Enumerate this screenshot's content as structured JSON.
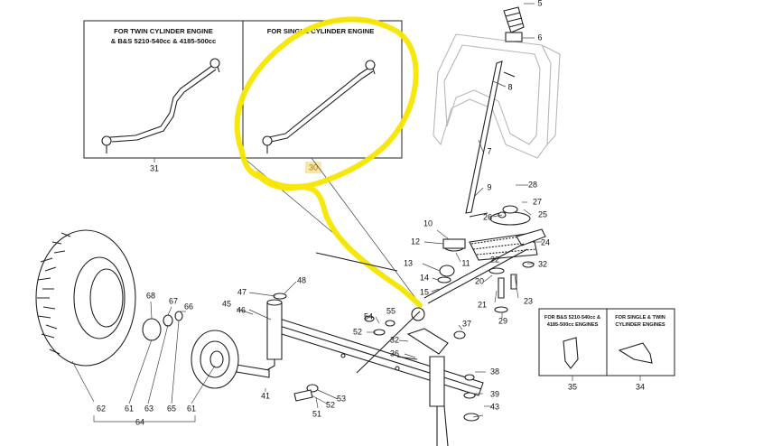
{
  "inset_main": {
    "twin_title_line1": "FOR TWIN CYLINDER ENGINE",
    "twin_title_line2": "& B&S 5210-540cc & 4185-500cc",
    "single_title": "FOR SINGLE CYLINDER ENGINE",
    "twin_part": "31",
    "single_part": "30"
  },
  "inset_right": {
    "left_line1": "FOR B&S 5210-540cc &",
    "left_line2": "4185-500cc ENGINES",
    "right_line1": "FOR SINGLE & TWIN",
    "right_line2": "CYLINDER ENGINES",
    "left_part": "35",
    "right_part": "34"
  },
  "highlight_color": "#f7e600",
  "callouts": {
    "c5": "5",
    "c6": "6",
    "c7": "7",
    "c8": "8",
    "c9": "9",
    "c10": "10",
    "c11": "11",
    "c12": "12",
    "c13": "13",
    "c14": "14",
    "c15": "15",
    "c20": "20",
    "c21": "21",
    "c22": "22",
    "c23": "23",
    "c24": "24",
    "c25": "25",
    "c26": "26",
    "c27": "27",
    "c28": "28",
    "c29": "29",
    "c32a": "32",
    "c32b": "32",
    "c36": "36",
    "c37": "37",
    "c38": "38",
    "c39": "39",
    "c41": "41",
    "c43": "43",
    "c45": "45",
    "c46": "46",
    "c47": "47",
    "c48": "48",
    "c51": "51",
    "c52a": "52",
    "c52b": "52",
    "c53": "53",
    "c54": "54",
    "c55": "55",
    "c61a": "61",
    "c61b": "61",
    "c62": "62",
    "c63": "63",
    "c64": "64",
    "c65": "65",
    "c66": "66",
    "c67": "67",
    "c68": "68"
  }
}
